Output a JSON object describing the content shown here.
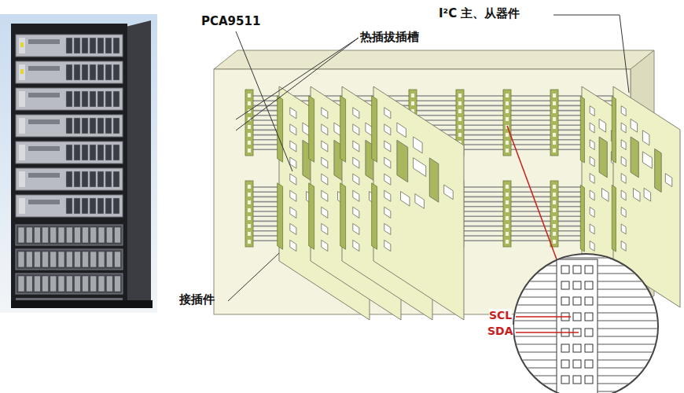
{
  "diagram": {
    "labels": [
      "PCA9511",
      "热插拔插槽",
      "I²C 主、从器件",
      "接插件",
      "SCL",
      "SDA"
    ]
  }
}
